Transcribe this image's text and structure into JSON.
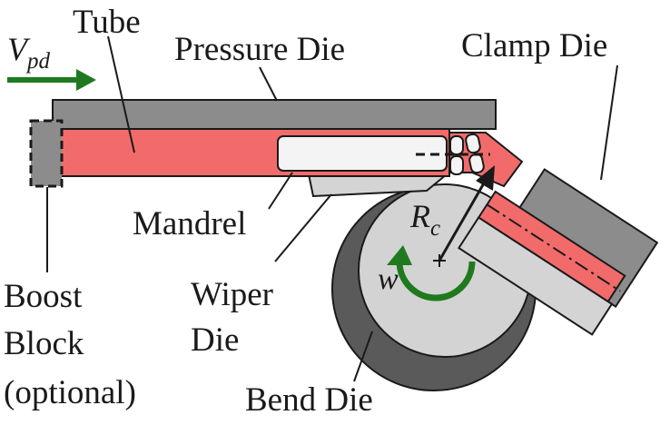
{
  "labels": {
    "tube": "Tube",
    "pressure_die": "Pressure Die",
    "clamp_die": "Clamp Die",
    "mandrel": "Mandrel",
    "wiper_die_line1": "Wiper",
    "wiper_die_line2": "Die",
    "boost_line1": "Boost",
    "boost_line2": "Block",
    "boost_line3": "(optional)",
    "bend_die": "Bend Die",
    "velocity_symbol": "V",
    "velocity_subscript": "pd",
    "radius_symbol": "R",
    "radius_subscript": "c",
    "rotation_symbol": "w"
  },
  "colors": {
    "tube": "#f26b6b",
    "die_gray": "#8c8c8c",
    "light_gray": "#d4d4d4",
    "bend_die_face": "#d3d3d3",
    "bend_die_rim": "#5a5a5a",
    "mandrel": "#f4f4f4",
    "green_arrow": "#1f7a1f",
    "outline": "#1a1a1a"
  }
}
